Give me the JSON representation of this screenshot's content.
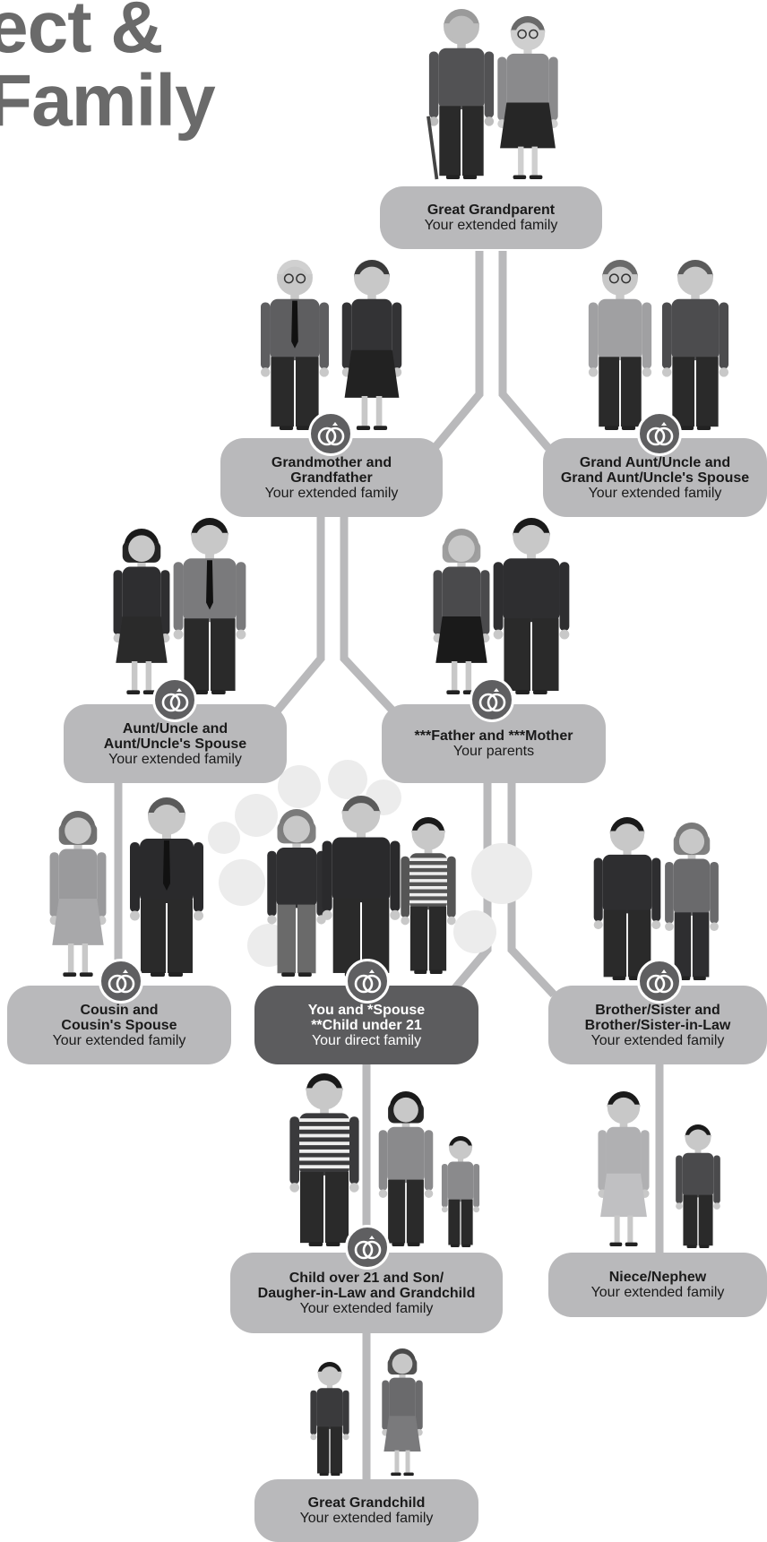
{
  "title": {
    "line1": "ect &",
    "line2": "Family"
  },
  "nodes": {
    "great_grandparent": {
      "name": "Great Grandparent",
      "sub": "Your extended family"
    },
    "grandparents": {
      "name": "Grandmother and\nGrandfather",
      "sub": "Your extended family"
    },
    "grand_aunt_uncle": {
      "name": "Grand Aunt/Uncle and\nGrand Aunt/Uncle's Spouse",
      "sub": "Your extended family"
    },
    "aunt_uncle": {
      "name": "Aunt/Uncle and\nAunt/Uncle's Spouse",
      "sub": "Your extended family"
    },
    "parents": {
      "name": "***Father and ***Mother",
      "sub": "Your parents"
    },
    "cousin": {
      "name": "Cousin and\nCousin's Spouse",
      "sub": "Your extended family"
    },
    "you_spouse": {
      "name": "You and *Spouse\n**Child under 21",
      "sub": "Your direct family"
    },
    "sibling": {
      "name": "Brother/Sister and\nBrother/Sister-in-Law",
      "sub": "Your extended family"
    },
    "child_over_21": {
      "name": "Child over 21 and Son/\nDaugher-in-Law and Grandchild",
      "sub": "Your extended family"
    },
    "niece_nephew": {
      "name": "Niece/Nephew",
      "sub": "Your extended family"
    },
    "great_grandchild": {
      "name": "Great Grandchild",
      "sub": "Your extended family"
    }
  },
  "icons": {
    "marriage": "wedding-rings-icon",
    "person": "person-figure-icon"
  },
  "colors": {
    "node_bg": "#b9b9bb",
    "direct_bg": "#5c5c5e",
    "connector": "#b9b9bb",
    "title": "#6a6a6a",
    "ring_bg": "#5f5f61"
  }
}
